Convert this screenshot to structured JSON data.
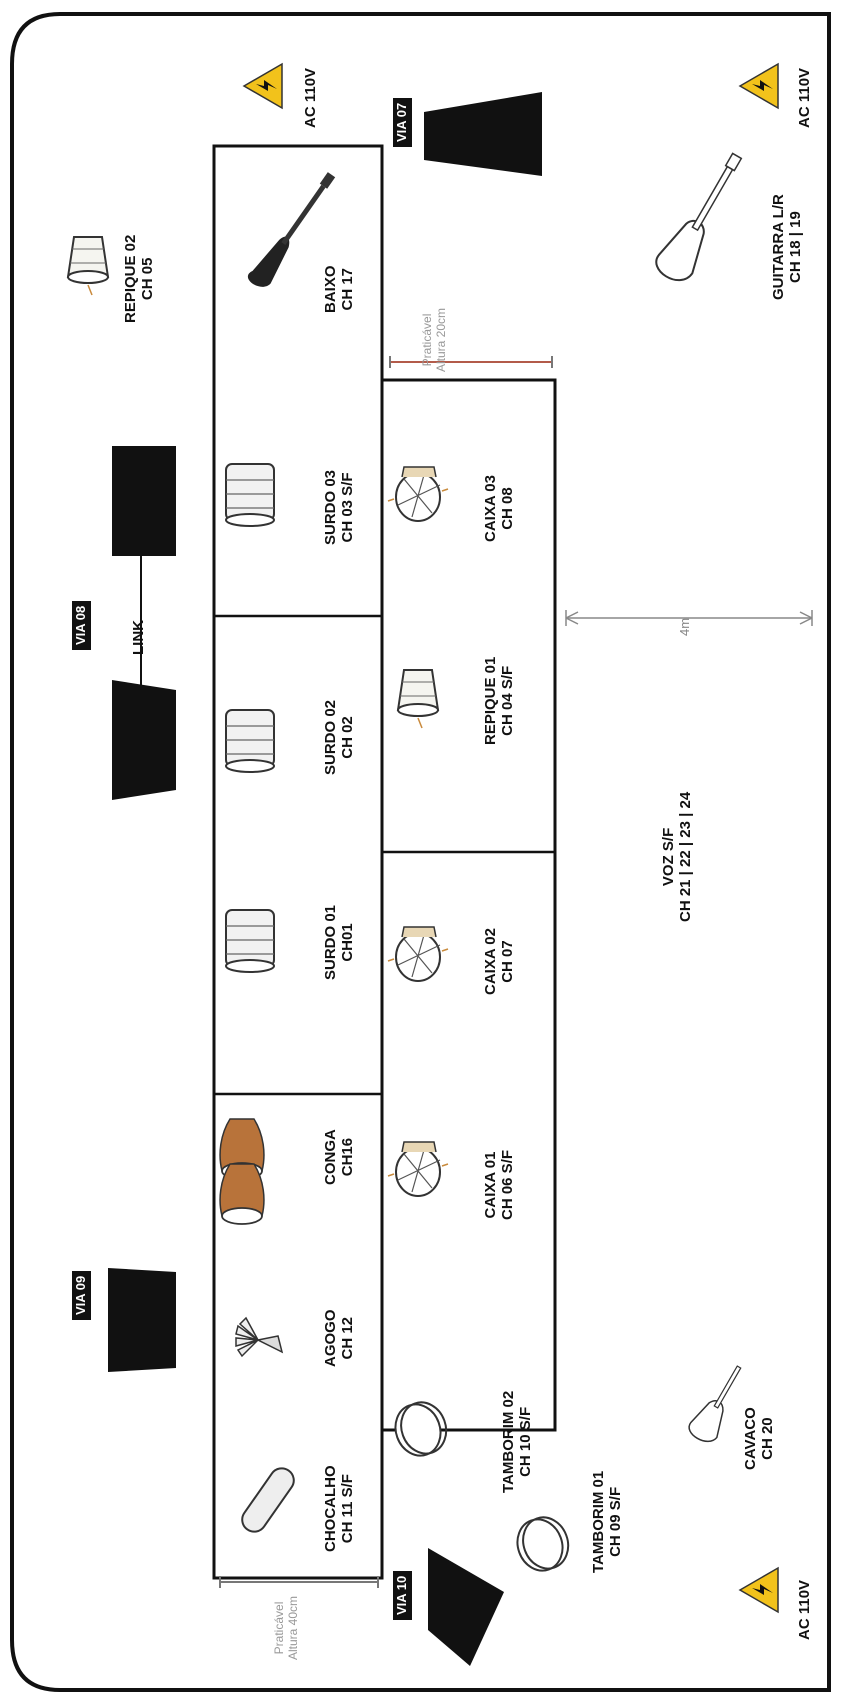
{
  "stage": {
    "via_labels": {
      "via07": "VIA 07",
      "via08": "VIA 08",
      "via09": "VIA 09",
      "via10": "VIA 10"
    },
    "link_label": "LINK",
    "platform_note_top": {
      "line1": "Praticável",
      "line2": "Altura 20cm"
    },
    "platform_note_bottom": {
      "line1": "Praticável",
      "line2": "Altura 40cm"
    },
    "distance_label": "4m",
    "power": {
      "label": "AC 110V"
    }
  },
  "instruments": {
    "repique02": {
      "name": "REPIQUE 02",
      "channel": "CH 05"
    },
    "baixo": {
      "name": "BAIXO",
      "channel": "CH 17"
    },
    "guitarra": {
      "name": "GUITARRA L/R",
      "channel": "CH 18 | 19"
    },
    "surdo03": {
      "name": "SURDO 03",
      "channel": "CH 03 S/F"
    },
    "surdo02": {
      "name": "SURDO 02",
      "channel": "CH 02"
    },
    "surdo01": {
      "name": "SURDO 01",
      "channel": "CH01"
    },
    "caixa03": {
      "name": "CAIXA 03",
      "channel": "CH 08"
    },
    "repique01": {
      "name": "REPIQUE 01",
      "channel": "CH 04 S/F"
    },
    "caixa02": {
      "name": "CAIXA 02",
      "channel": "CH 07"
    },
    "caixa01": {
      "name": "CAIXA 01",
      "channel": "CH 06 S/F"
    },
    "conga": {
      "name": "CONGA",
      "channel": "CH16"
    },
    "agogo": {
      "name": "AGOGO",
      "channel": "CH 12"
    },
    "chocalho": {
      "name": "CHOCALHO",
      "channel": "CH 11 S/F"
    },
    "tamborim02": {
      "name": "TAMBORIM 02",
      "channel": "CH 10 S/F"
    },
    "tamborim01": {
      "name": "TAMBORIM 01",
      "channel": "CH 09 S/F"
    },
    "cavaco": {
      "name": "CAVACO",
      "channel": "CH 20"
    },
    "voz": {
      "name": "VOZ S/F",
      "channel": "CH 21 | 22 | 23 | 24"
    }
  },
  "icons": [
    "warning-icon",
    "monitor-wedge-icon",
    "bass-guitar-icon",
    "electric-guitar-icon",
    "surdo-drum-icon",
    "snare-drum-icon",
    "repique-drum-icon",
    "conga-drum-icon",
    "agogo-bell-icon",
    "shaker-icon",
    "tamborim-icon",
    "cavaquinho-icon"
  ],
  "colors": {
    "ink": "#111111",
    "conga_wood": "#b8733a",
    "warning_yellow": "#f2c21b",
    "note_gray": "#999999"
  }
}
